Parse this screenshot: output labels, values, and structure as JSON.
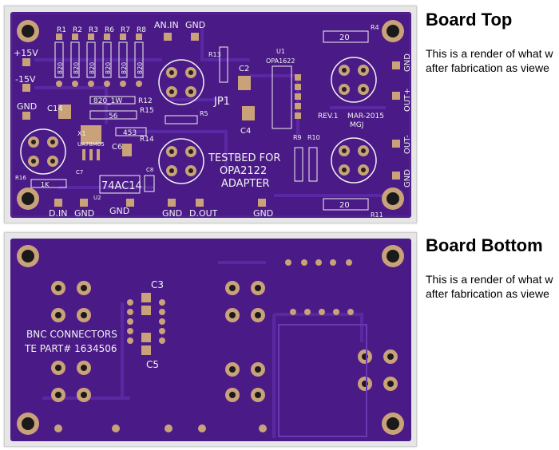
{
  "sections": [
    {
      "heading": "Board Top",
      "description_line1": "This is a render of what w",
      "description_line2": "after fabrication as viewe"
    },
    {
      "heading": "Board Bottom",
      "description_line1": "This is a render of what w",
      "description_line2": "after fabrication as viewe"
    }
  ],
  "top_board": {
    "title_lines": [
      "TESTBED FOR",
      "OPA2122",
      "ADAPTER"
    ],
    "revision": "REV.1",
    "date": "MAR-2015",
    "initials": "MGJ",
    "power_labels": [
      "+15V",
      "-15V"
    ],
    "gnd": "GND",
    "an_in": "AN.IN",
    "d_in": "D.IN",
    "d_out": "D.OUT",
    "out_plus": "OUT+",
    "out_minus": "OUT-",
    "resistor_refs": [
      "R1",
      "R2",
      "R3",
      "R6",
      "R7",
      "R8"
    ],
    "resistor_value": "820",
    "resistor_power": "820_1W",
    "r13": "R13",
    "r5": "R5",
    "r12": "R12",
    "r14": "R14",
    "r15": "R15",
    "r15_value": "56",
    "r14_value": "453",
    "r16": "R16",
    "r16_value": "1K",
    "r4": "R4",
    "r11": "R11",
    "r9": "R9",
    "r10": "R10",
    "r4_value": "20",
    "r11_value": "20",
    "u1": "U1",
    "u1_part": "OPA1622",
    "u2": "U2",
    "u2_part": "74AC14",
    "x1": "X1",
    "reg_part": "UA78M05",
    "jp1": "JP1",
    "c2": "C2",
    "c4": "C4",
    "c6": "C6",
    "c7": "C7",
    "c8": "C8",
    "c14": "C14"
  },
  "bottom_board": {
    "connector_label_line1": "BNC CONNECTORS",
    "connector_label_line2": "TE PART# 1634506",
    "c3": "C3",
    "c5": "C5"
  }
}
